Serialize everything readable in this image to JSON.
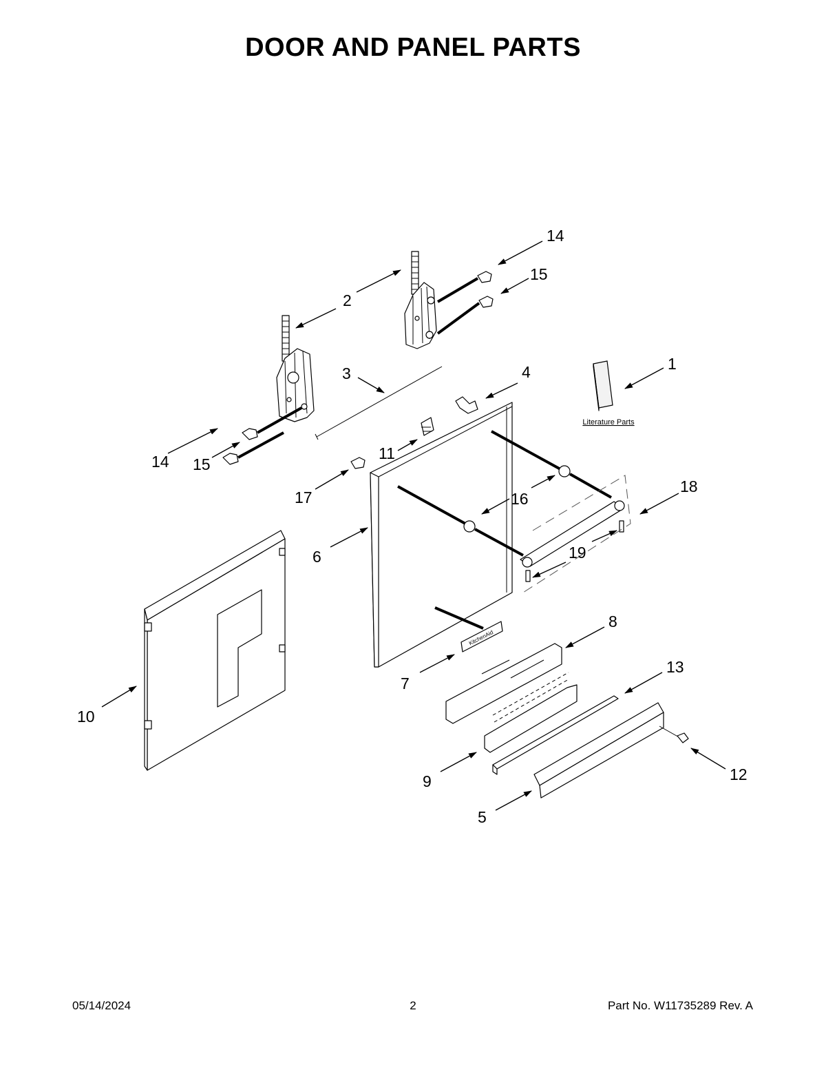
{
  "title": "DOOR AND PANEL PARTS",
  "literature_label": "Literature Parts",
  "badge_text": "KitchenAid",
  "callouts": {
    "c1": "1",
    "c2": "2",
    "c3": "3",
    "c4": "4",
    "c5": "5",
    "c6": "6",
    "c7": "7",
    "c8": "8",
    "c9": "9",
    "c10": "10",
    "c11": "11",
    "c12": "12",
    "c13": "13",
    "c14a": "14",
    "c14b": "14",
    "c15a": "15",
    "c15b": "15",
    "c16": "16",
    "c17": "17",
    "c18": "18",
    "c19": "19"
  },
  "footer": {
    "date": "05/14/2024",
    "page": "2",
    "part_no": "Part No.  W11735289  Rev.  A"
  }
}
